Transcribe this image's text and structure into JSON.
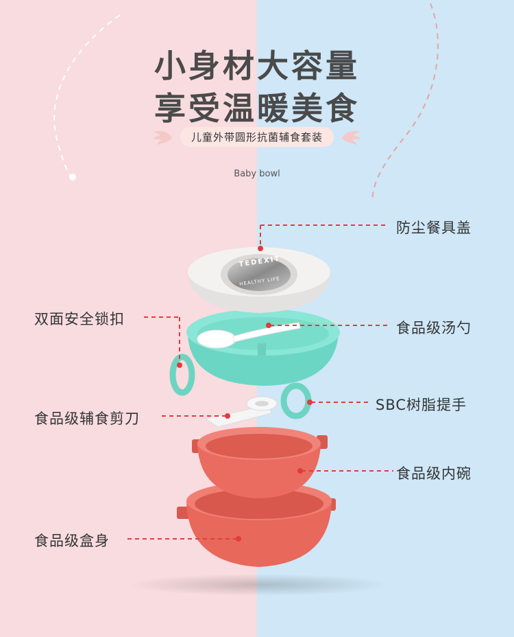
{
  "headline": {
    "line1": "小身材大容量",
    "line2": "享受温暖美食"
  },
  "subtitle": "儿童外带圆形抗菌辅食套装",
  "english_caption": "Baby bowl",
  "lid_branding": {
    "brand": "TEDEXIT",
    "slogan": "HEALTHY LIFE"
  },
  "callouts": {
    "lid": "防尘餐具盖",
    "lock": "双面安全锁扣",
    "spoon": "食品级汤勺",
    "handle": "SBC树脂提手",
    "scissors": "食品级辅食剪刀",
    "inner_bowl": "食品级内碗",
    "box_body": "食品级盒身"
  },
  "colors": {
    "bg_left": "#f8dcdf",
    "bg_right": "#cfe7f7",
    "accent_line": "#e23b3b",
    "lid": "#f2f0ee",
    "tray": "#7ee0cf",
    "bowl": "#ec6a5e"
  }
}
